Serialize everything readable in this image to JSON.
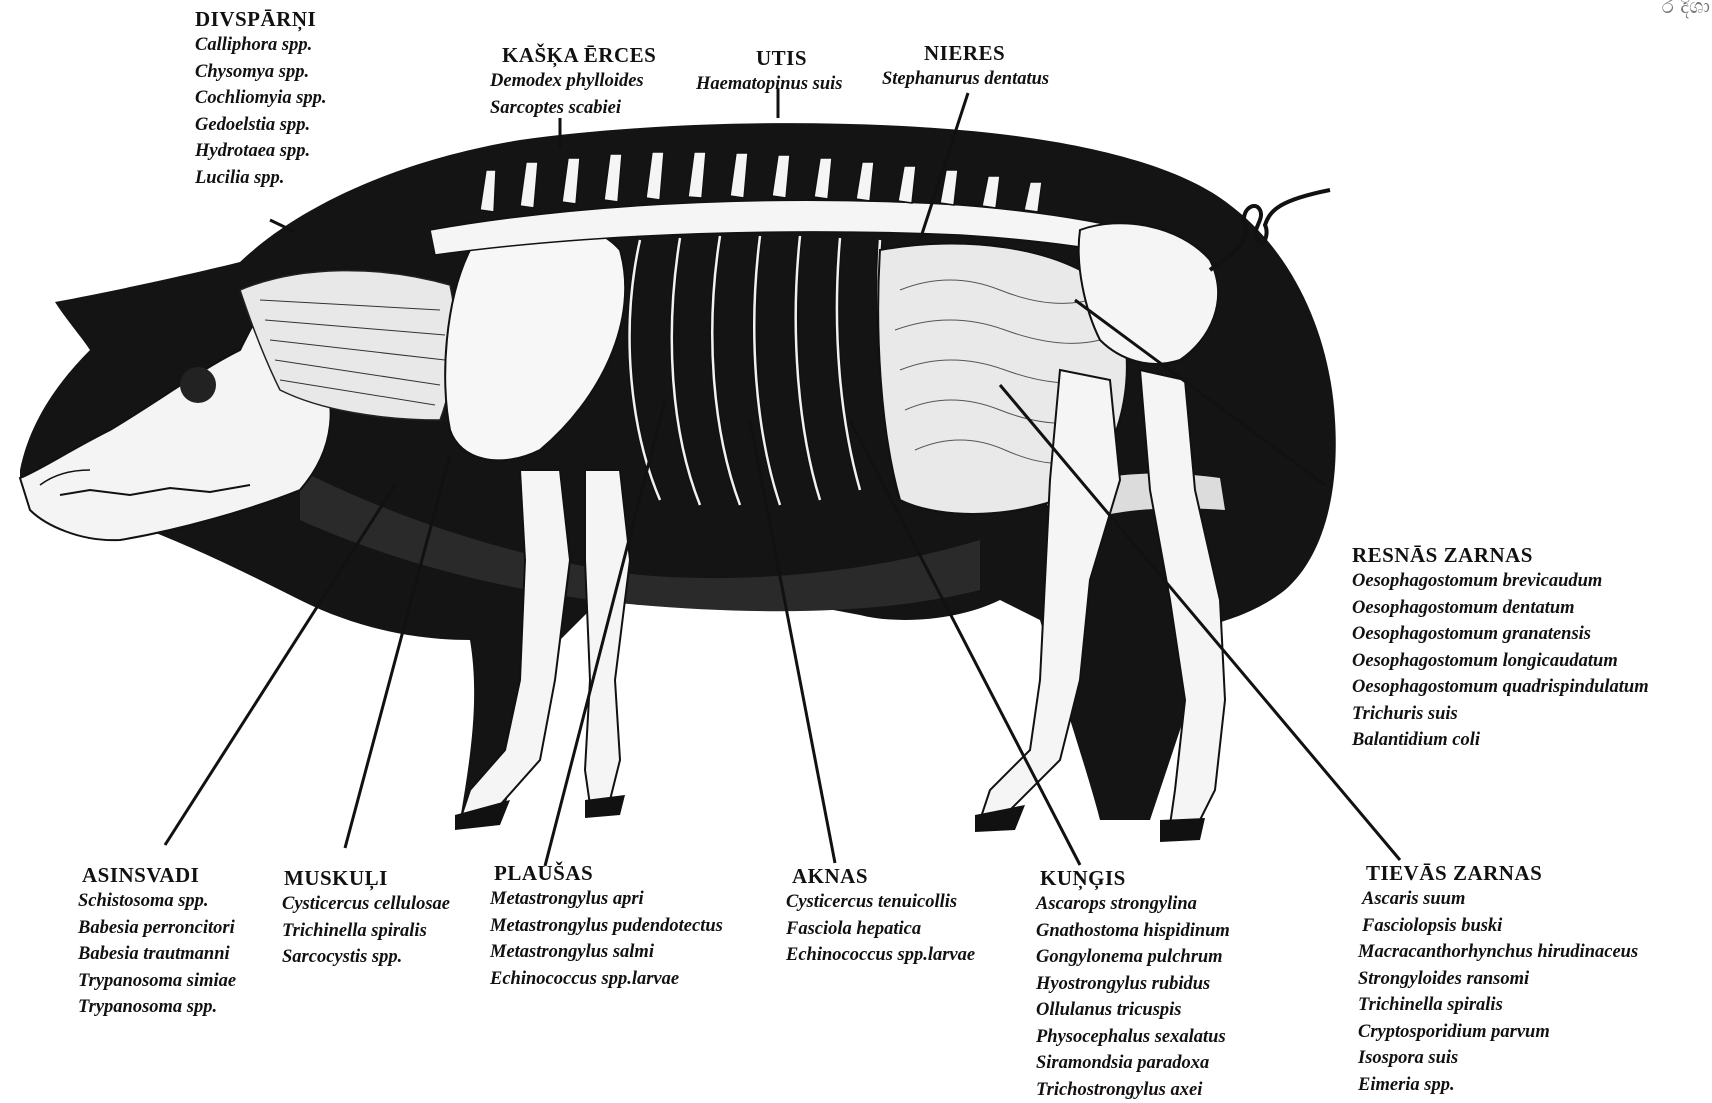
{
  "groups": [
    {
      "key": "divsparni",
      "heading": "DIVSPĀRŅI",
      "items": [
        "Calliphora spp.",
        "Chysomya spp.",
        "Cochliomyia spp.",
        "Gedoelstia spp.",
        "Hydrotaea spp.",
        "Lucilia spp."
      ]
    },
    {
      "key": "kaska-erces",
      "heading": "KAŠĶA ĒRCES",
      "items": [
        "Demodex phylloides",
        "Sarcoptes scabiei"
      ]
    },
    {
      "key": "utis",
      "heading": "UTIS",
      "items": [
        "Haematopinus suis"
      ]
    },
    {
      "key": "nieres",
      "heading": "NIERES",
      "items": [
        "Stephanurus dentatus"
      ]
    },
    {
      "key": "resnas-zarnas",
      "heading": "RESNĀS ZARNAS",
      "items": [
        "Oesophagostomum brevicaudum",
        "Oesophagostomum dentatum",
        "Oesophagostomum granatensis",
        "Oesophagostomum longicaudatum",
        "Oesophagostomum quadrispindulatum",
        "Trichuris suis",
        "Balantidium coli"
      ]
    },
    {
      "key": "asinsvadi",
      "heading": "ASINSVADI",
      "items": [
        "Schistosoma spp.",
        "Babesia perroncitori",
        "Babesia trautmanni",
        "Trypanosoma simiae",
        "Trypanosoma spp."
      ]
    },
    {
      "key": "muskuli",
      "heading": "MUSKUĻI",
      "items": [
        "Cysticercus cellulosae",
        "Trichinella spiralis",
        "Sarcocystis spp."
      ]
    },
    {
      "key": "plausas",
      "heading": "PLAUŠAS",
      "items": [
        "Metastrongylus apri",
        "Metastrongylus pudendotectus",
        "Metastrongylus salmi",
        "Echinococcus spp.larvae"
      ]
    },
    {
      "key": "aknas",
      "heading": "AKNAS",
      "items": [
        "Cysticercus tenuicollis",
        "Fasciola hepatica",
        "Echinococcus spp.larvae"
      ]
    },
    {
      "key": "kungis",
      "heading": "KUŅĢIS",
      "items": [
        "Ascarops strongylina",
        "Gnathostoma hispidinum",
        "Gongylonema pulchrum",
        "Hyostrongylus rubidus",
        "Ollulanus tricuspis",
        "Physocephalus sexalatus",
        "Siramondsia paradoxa",
        "Trichostrongylus axei"
      ]
    },
    {
      "key": "tievas-zarnas",
      "heading": "TIEVĀS ZARNAS",
      "items": [
        "Ascaris suum",
        "Fasciolopsis buski",
        "Macracanthorhynchus hirudinaceus",
        "Strongyloides ransomi",
        "Trichinella spiralis",
        "Cryptosporidium parvum",
        "Isospora suis",
        "Eimeria spp."
      ]
    }
  ]
}
